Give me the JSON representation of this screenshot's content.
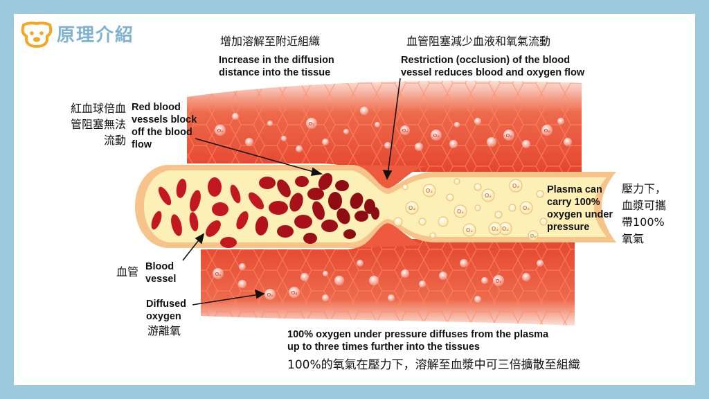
{
  "header": {
    "title": "原理介紹",
    "logo_icon": "dog-face-icon",
    "accent_color": "#7fb2d1",
    "logo_color": "#f5a623"
  },
  "labels": {
    "diffusion_distance_zh": "增加溶解至附近組織",
    "diffusion_distance_en_1": "Increase in the diffusion",
    "diffusion_distance_en_2": "distance into the tissue",
    "occlusion_zh": "血管阻塞減少血液和氧氣流動",
    "occlusion_en_1": "Restriction (occlusion) of the blood",
    "occlusion_en_2": "vessel reduces blood and oxygen flow",
    "rbc_zh_1": "紅血球倍血",
    "rbc_zh_2": "管阻塞無法",
    "rbc_zh_3": "流動",
    "rbc_en_1": "Red blood",
    "rbc_en_2": "vessels block",
    "rbc_en_3": "off the blood",
    "rbc_en_4": "flow",
    "vessel_zh": "血管",
    "vessel_en_1": "Blood",
    "vessel_en_2": "vessel",
    "diffused_en_1": "Diffused",
    "diffused_en_2": "oxygen",
    "diffused_zh": "游離氧",
    "plasma_en_1": "Plasma can",
    "plasma_en_2": "carry 100%",
    "plasma_en_3": "oxygen under",
    "plasma_en_4": "pressure",
    "plasma_zh_1": "壓力下，",
    "plasma_zh_2": "血漿可攜",
    "plasma_zh_3": "帶100%",
    "plasma_zh_4": "氧氣",
    "bottom_en_1": "100% oxygen under pressure diffuses from the plasma",
    "bottom_en_2": "up to three times further into the tissues",
    "bottom_zh": "100%的氧氣在壓力下，溶解至血漿中可三倍擴散至組織"
  },
  "bubble_label": "O₂",
  "colors": {
    "tissue": "#ea5438",
    "tissue_dark": "#d63c28",
    "plasma": "#fdf1b3",
    "vessel_wall": "#f7c98f",
    "rbc": "#c41820",
    "rbc_dark": "#8e0d12"
  }
}
